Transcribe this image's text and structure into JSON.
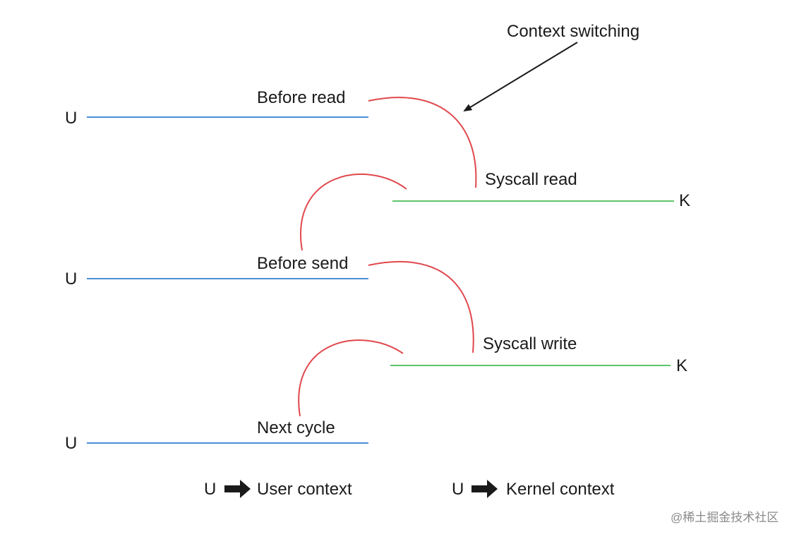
{
  "colors": {
    "user_line": "#4a8fd6",
    "kernel_line": "#5fc46a",
    "switch_arc": "#e0474c",
    "text": "#1a1a1a",
    "pointer_arrow": "#1a1a1a",
    "watermark": "#8a8a8a"
  },
  "callout": {
    "label": "Context switching"
  },
  "levels": {
    "user_1": {
      "marker": "U",
      "label": "Before read"
    },
    "kernel_1": {
      "marker": "K",
      "label": "Syscall read"
    },
    "user_2": {
      "marker": "U",
      "label": "Before send"
    },
    "kernel_2": {
      "marker": "K",
      "label": "Syscall write"
    },
    "user_3": {
      "marker": "U",
      "label": "Next cycle"
    }
  },
  "legend": {
    "user": {
      "symbol": "U",
      "label": "User context"
    },
    "kernel": {
      "symbol": "U",
      "label": "Kernel context"
    }
  },
  "watermark": "@稀土掘金技术社区"
}
